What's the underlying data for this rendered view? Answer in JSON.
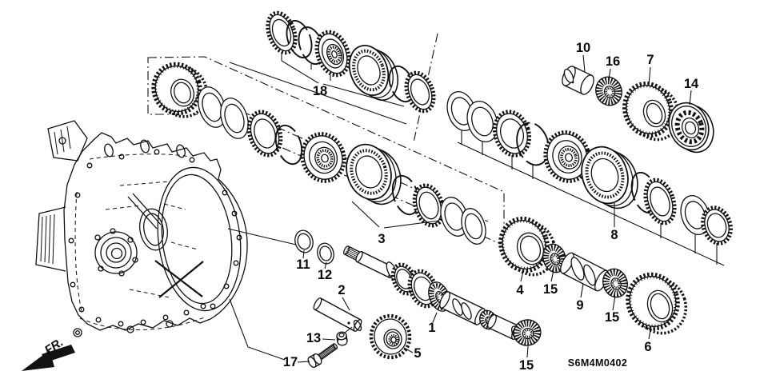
{
  "diagram_code": "S6M4M0402",
  "fr_label": "FR.",
  "callouts": [
    "18",
    "3",
    "8",
    "10",
    "16",
    "7",
    "14",
    "11",
    "12",
    "2",
    "13",
    "17",
    "1",
    "5",
    "4",
    "15",
    "9",
    "15",
    "6",
    "15"
  ]
}
